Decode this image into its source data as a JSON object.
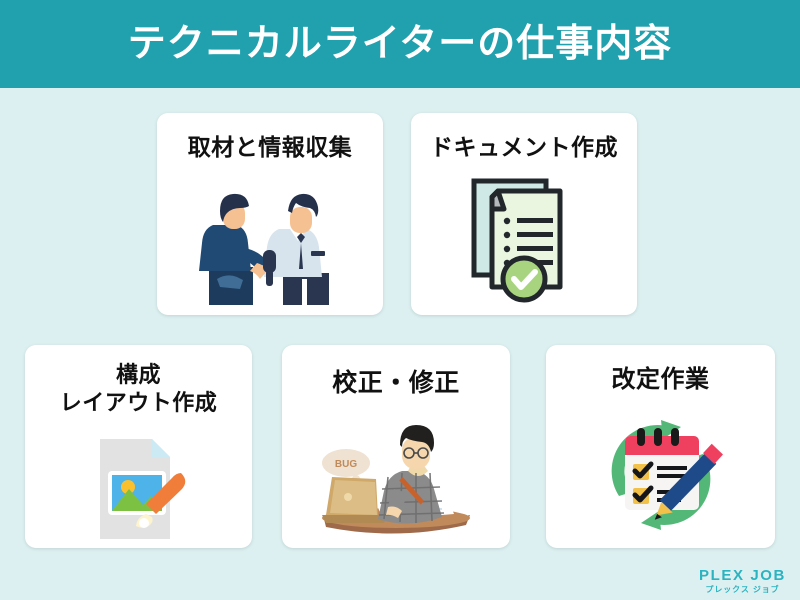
{
  "header": {
    "title": "テクニカルライターの仕事内容",
    "background_color": "#21a1ae",
    "text_color": "#ffffff"
  },
  "page": {
    "background_color": "#ddf0f1",
    "card_background_color": "#ffffff"
  },
  "cards": [
    {
      "id": "interview",
      "title": "取材と情報収集",
      "icon_name": "interview-illustration",
      "art_description": "Two businessmen, one holding a microphone interviewing the other"
    },
    {
      "id": "document",
      "title": "ドキュメント作成",
      "icon_name": "document-checklist-icon",
      "art_description": "Stacked documents with bullet list and green check badge"
    },
    {
      "id": "layout",
      "title_line1": "構成",
      "title_line2": "レイアウト作成",
      "icon_name": "image-paintbrush-icon",
      "art_description": "Page with photo thumbnail and orange paintbrush"
    },
    {
      "id": "proofread",
      "title": "校正・修正",
      "icon_name": "proofreading-illustration",
      "art_description": "Person with glasses writing at desk with laptop, BUG thought bubble",
      "thought_bubble_text": "BUG"
    },
    {
      "id": "revision",
      "title": "改定作業",
      "icon_name": "calendar-checklist-pencil-icon",
      "art_description": "Calendar checklist with pencil surrounded by green refresh arrows"
    }
  ],
  "logo": {
    "main": "PLEX JOB",
    "sub": "プレックス ジョブ",
    "color": "#2bb3c0"
  }
}
